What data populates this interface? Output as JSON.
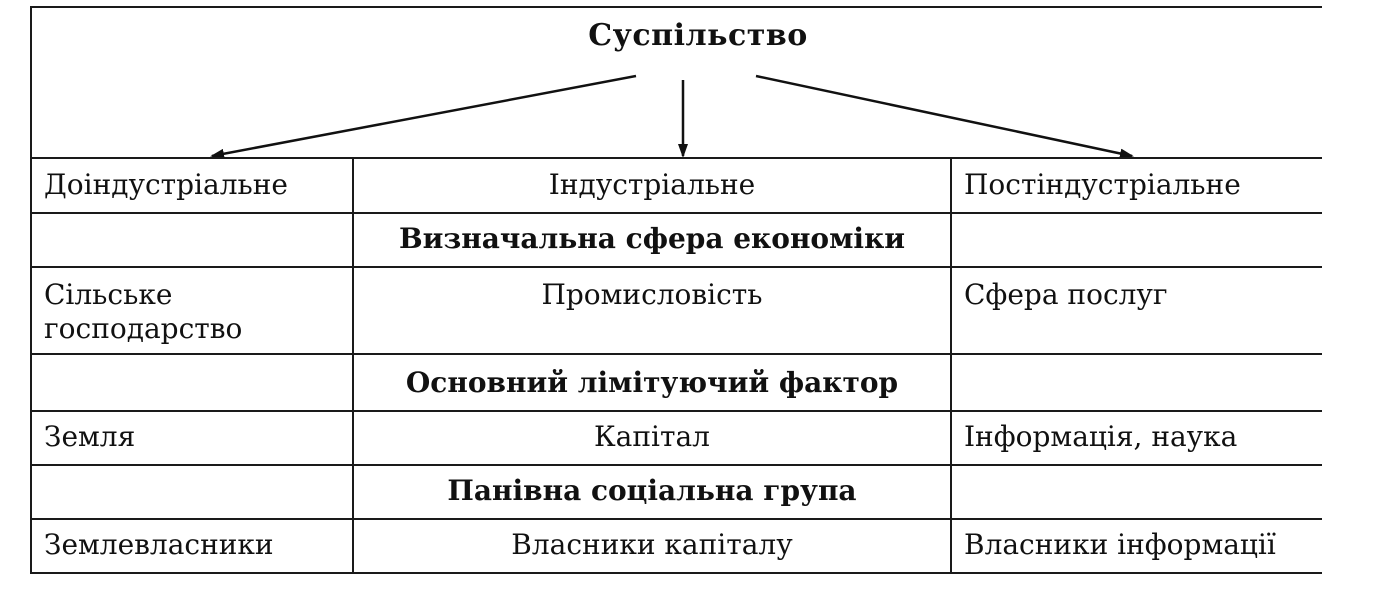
{
  "title": "Суспільство",
  "headers": {
    "col1": "Доіндустріальне",
    "col2": "Індустріальне",
    "col3": "Постіндустріальне"
  },
  "sections": [
    {
      "heading": "Визначальна сфера економіки",
      "col1_lines": [
        "Сільське",
        "господарство"
      ],
      "col2": "Промисловість",
      "col3": "Сфера послуг"
    },
    {
      "heading": "Основний лімітуючий фактор",
      "col1_lines": [
        "Земля"
      ],
      "col2": "Капітал",
      "col3": "Інформація, наука"
    },
    {
      "heading": "Панівна соціальна група",
      "col1_lines": [
        "Землевласники"
      ],
      "col2": "Власники капіталу",
      "col3": "Власники інформації"
    }
  ]
}
